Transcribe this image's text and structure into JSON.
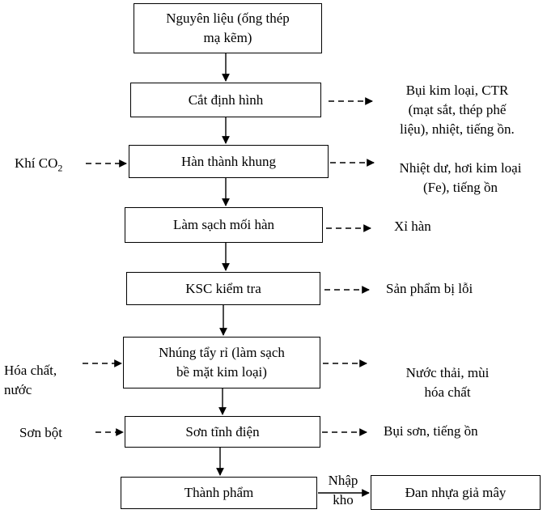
{
  "steps": [
    {
      "text": "Nguyên liệu (ống thép\nmạ kẽm)"
    },
    {
      "text": "Cắt định hình"
    },
    {
      "text": "Hàn thành khung"
    },
    {
      "text": "Làm sạch mối hàn"
    },
    {
      "text": "KSC kiểm tra"
    },
    {
      "text": "Nhúng tẩy rỉ (làm sạch\nbề mặt kim loại)"
    },
    {
      "text": "Sơn tĩnh điện"
    },
    {
      "text": "Thành phẩm"
    }
  ],
  "inputs": {
    "weld_gas": "Khí CO",
    "weld_gas_sub": "2",
    "chemicals": "Hóa chất,\nnước",
    "powder": "Sơn bột"
  },
  "outputs": {
    "cutting": "Bụi kim loại, CTR\n(mạt sắt, thép phế\nliệu), nhiệt, tiếng ồn.",
    "welding": "Nhiệt dư, hơi kim loại\n(Fe), tiếng ồn",
    "cleaning": "Xỉ hàn",
    "inspection": "Sản phẩm bị lỗi",
    "pickling": "Nước thải, mùi\nhóa chất",
    "painting": "Bụi sơn, tiếng ồn"
  },
  "final": {
    "arrow_label": "Nhập\nkho",
    "destination": "Đan nhựa giả mây"
  }
}
